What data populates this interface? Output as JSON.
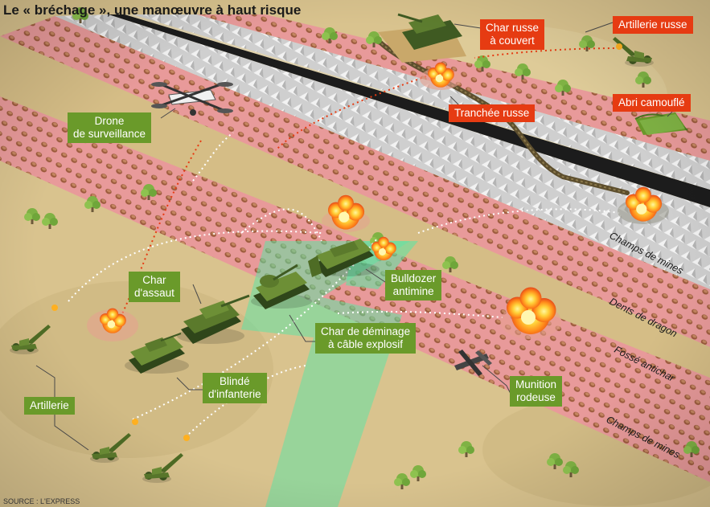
{
  "title": "Le « bréchage », une manœuvre à haut risque",
  "source": "SOURCE : L'EXPRESS",
  "colors": {
    "ground": "#d9c38e",
    "minefield": "#e89a9a",
    "mine": "#8a5a3a",
    "ditch": "#1c1c1c",
    "dragon_teeth": "#e4e4e4",
    "allied_label": "#6a9a2a",
    "enemy_label": "#e63b12",
    "breach_path": "#62e2a4",
    "tree": "#7fb244"
  },
  "labels": {
    "drone": [
      "Drone",
      "de surveillance"
    ],
    "char_assaut": [
      "Char",
      "d'assaut"
    ],
    "bulldozer": [
      "Bulldozer",
      "antimine"
    ],
    "char_deminage": [
      "Char de déminage",
      "à câble explosif"
    ],
    "blinde": [
      "Blindé",
      "d'infanterie"
    ],
    "artillerie": [
      "Artillerie"
    ],
    "munition": [
      "Munition",
      "rodeuse"
    ],
    "char_russe": [
      "Char russe",
      "à couvert"
    ],
    "artillerie_russe": [
      "Artillerie russe"
    ],
    "tranchee_russe": [
      "Tranchée russe"
    ],
    "abri_camoufle": [
      "Abri camouflé"
    ]
  },
  "zones": {
    "champs_mines_top": "Champs de mines",
    "dents_dragon": "Dents de dragon",
    "fosse": "Fossé antichar",
    "champs_mines_bottom": "Champs de mines"
  },
  "icons": [
    "drone-icon",
    "assault-tank-icon",
    "bulldozer-tank-icon",
    "mine-clearing-tank-icon",
    "ifv-icon",
    "artillery-icon",
    "loitering-munition-icon",
    "russian-tank-icon",
    "russian-artillery-icon",
    "bunker-icon",
    "explosion-icon",
    "tree-icon"
  ]
}
